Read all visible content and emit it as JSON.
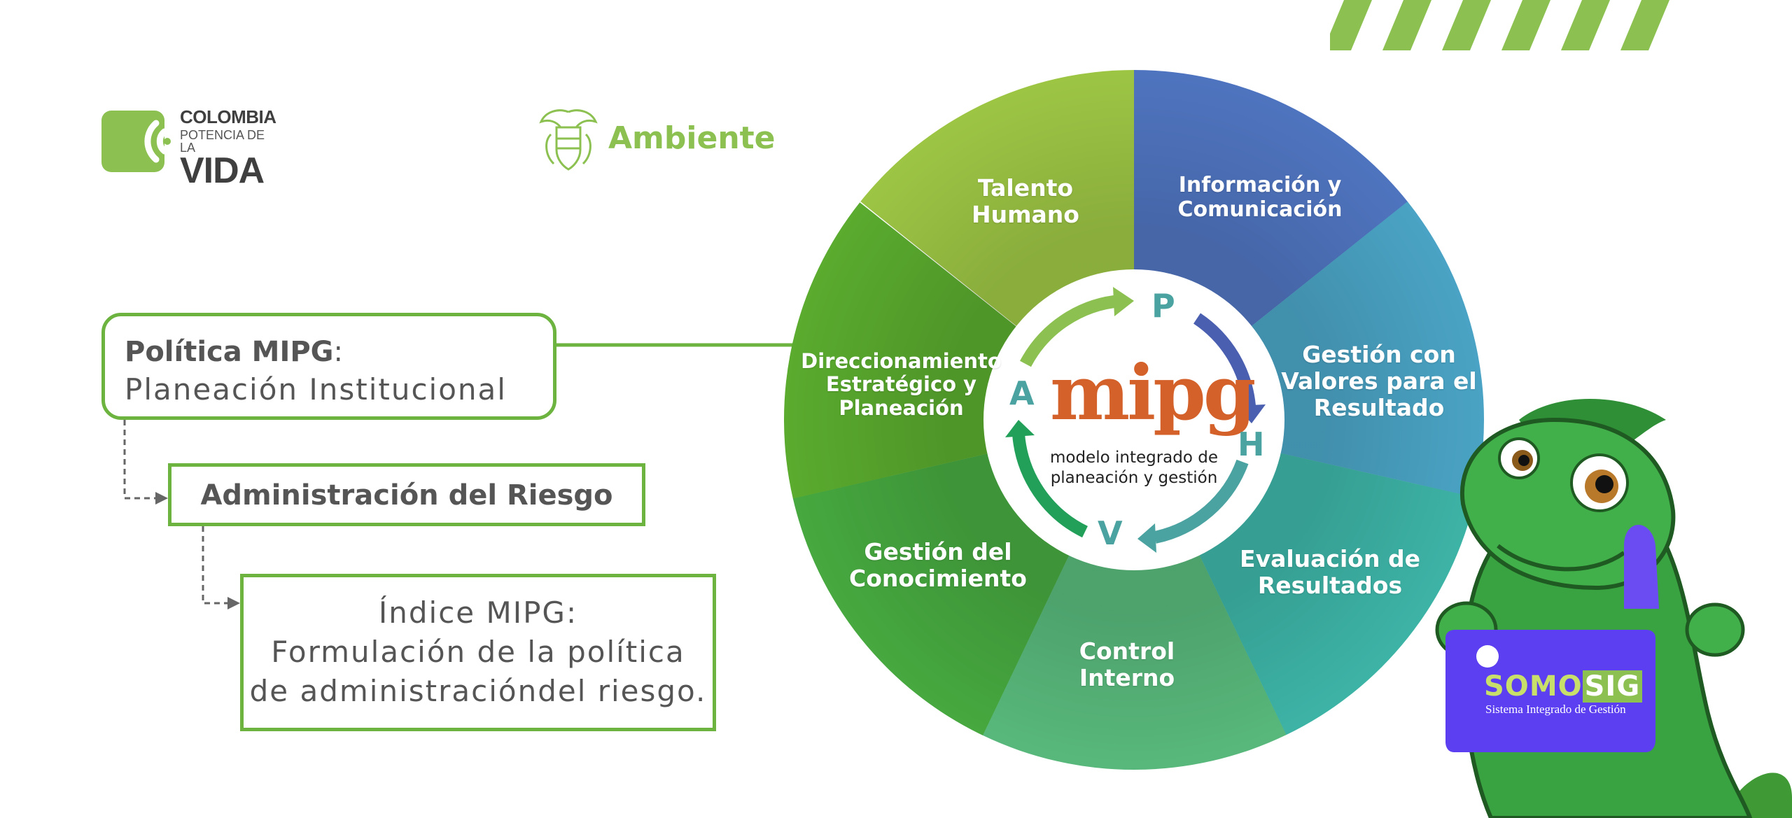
{
  "brand": {
    "colombia_line1": "COLOMBIA",
    "colombia_line2": "POTENCIA DE LA",
    "colombia_line3": "VIDA",
    "ambiente": "Ambiente"
  },
  "boxes": {
    "politica_bold": "Política MIPG",
    "politica_colon": ":",
    "politica_line2": "Planeación Institucional",
    "admin": "Administración del Riesgo",
    "indice_line1": "Índice MIPG:",
    "indice_line2": "Formulación de la política",
    "indice_line3": "de administracióndel riesgo."
  },
  "wheel": {
    "segments": [
      {
        "line1": "Talento",
        "line2": "Humano",
        "line3": ""
      },
      {
        "line1": "Información y",
        "line2": "Comunicación",
        "line3": ""
      },
      {
        "line1": "Gestión con",
        "line2": "Valores para el",
        "line3": "Resultado"
      },
      {
        "line1": "Evaluación de",
        "line2": "Resultados",
        "line3": ""
      },
      {
        "line1": "Control",
        "line2": "Interno",
        "line3": ""
      },
      {
        "line1": "Gestión del",
        "line2": "Conocimiento",
        "line3": ""
      },
      {
        "line1": "Direccionamiento",
        "line2": "Estratégico y",
        "line3": "Planeación"
      }
    ],
    "center_word": "mipg",
    "center_sub1": "modelo integrado de",
    "center_sub2": "planeación y gestión",
    "cycle": {
      "p": "P",
      "h": "H",
      "v": "V",
      "a": "A"
    }
  },
  "sign": {
    "somo": "SOMO",
    "sig": "SIG",
    "subtitle": "Sistema Integrado de Gestión"
  },
  "colors": {
    "accent_green": "#6cb33f",
    "stripe_green": "#8cc152",
    "mipg_orange": "#d4612a",
    "sign_purple": "#5b3ff0"
  }
}
